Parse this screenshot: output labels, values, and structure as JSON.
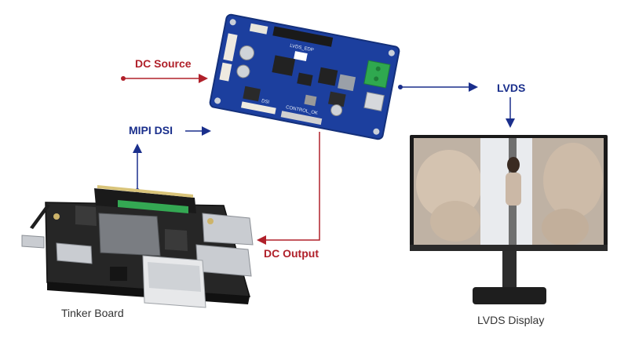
{
  "labels": {
    "dc_source": "DC Source",
    "mipi_dsi": "MIPI DSI",
    "lvds": "LVDS",
    "dc_output": "DC Output"
  },
  "captions": {
    "tinker_board": "Tinker Board",
    "lvds_display": "LVDS Display"
  },
  "board_silkscreen": {
    "dsi": "DSI",
    "control_ok": "CONTROL_OK",
    "lvds_edp": "LVDS_EDP"
  },
  "colors": {
    "red_arrow": "#b0202a",
    "blue_arrow": "#1a2f8c",
    "pcb_blue": "#1c3f9e",
    "terminal_green": "#2fa84f"
  }
}
